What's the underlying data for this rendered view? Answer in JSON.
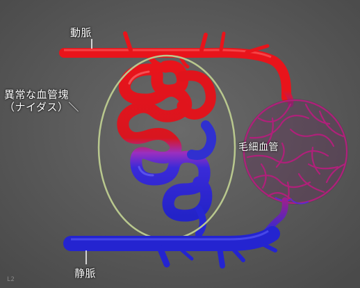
{
  "labels": {
    "artery": "動脈",
    "vein": "静脈",
    "capillary": "毛細血管",
    "nidus_line1": "異常な血管塊",
    "nidus_line2": "（ナイダス）＼"
  },
  "watermark": "L2",
  "colors": {
    "background": "#5c5c5c",
    "artery": "#e8141b",
    "vein": "#2626d2",
    "capillary": "#b0207a",
    "ellipse": "#b9c88e"
  }
}
